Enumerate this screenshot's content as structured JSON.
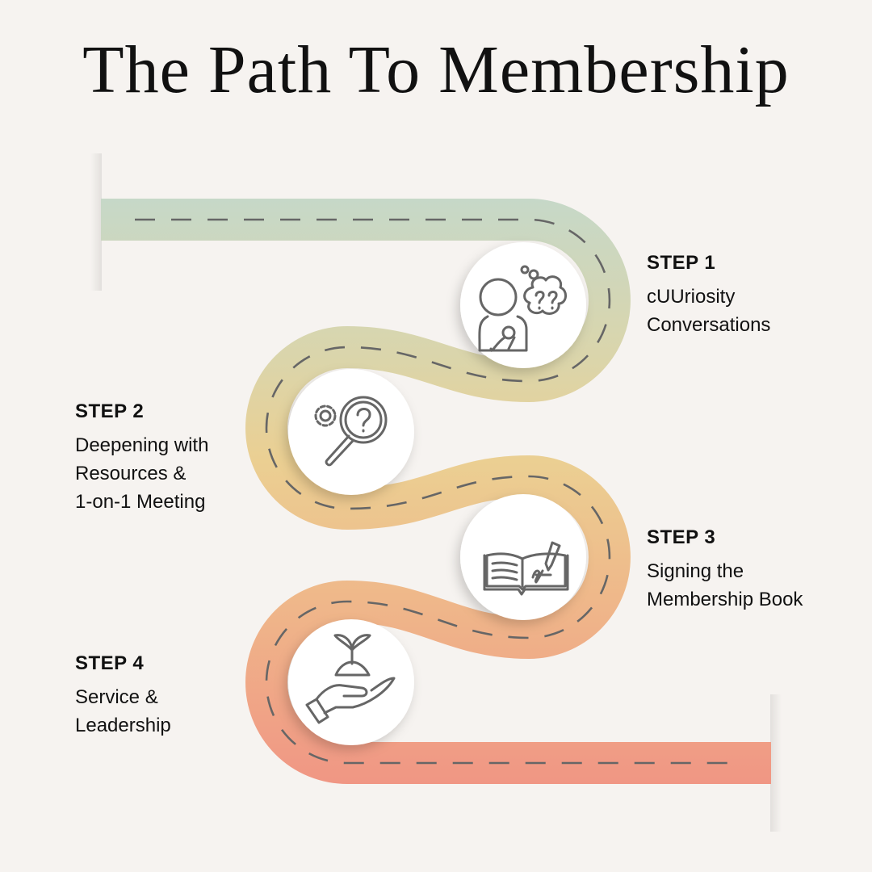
{
  "title": "The Path To Membership",
  "colors": {
    "road_top": "#c6d8c8",
    "road_mid": "#ebcf92",
    "road_bottom": "#f09684",
    "dash": "#666666",
    "icon": "#666666",
    "background": "#f6f3f0"
  },
  "steps": [
    {
      "label": "STEP 1",
      "description": "cUUriosity\nConversations",
      "icon": "thinking-person-icon"
    },
    {
      "label": "STEP 2",
      "description": "Deepening with\nResources &\n1-on-1 Meeting",
      "icon": "magnifier-gear-question-icon"
    },
    {
      "label": "STEP 3",
      "description": "Signing the\nMembership Book",
      "icon": "signing-book-icon"
    },
    {
      "label": "STEP 4",
      "description": "Service &\nLeadership",
      "icon": "hand-sprout-icon"
    }
  ]
}
